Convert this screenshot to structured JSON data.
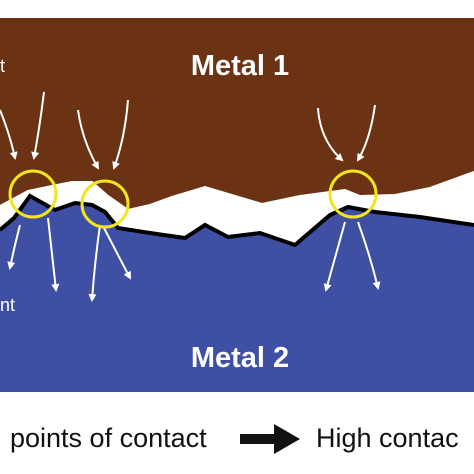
{
  "diagram": {
    "metal_top_label": "Metal 1",
    "metal_bottom_label": "Metal 2",
    "left_fragment_top": "t",
    "left_fragment_bottom": "nt",
    "caption_left": "points of contact",
    "caption_right": "High contac",
    "colors": {
      "metal_top": "#6b3313",
      "metal_bottom": "#3f4fa3",
      "contact_circle": "#f2e51d",
      "arrows": "#ffffff",
      "interface_line": "#000000"
    }
  }
}
